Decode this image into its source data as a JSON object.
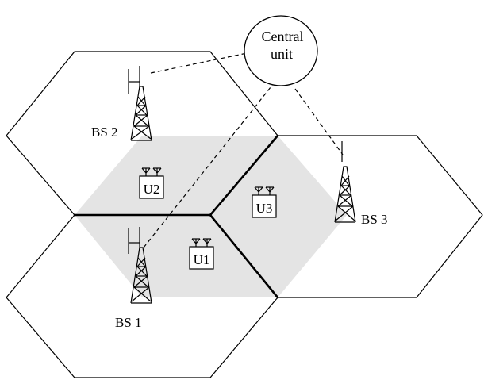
{
  "central_unit": {
    "line1": "Central",
    "line2": "unit"
  },
  "base_stations": [
    {
      "id": "bs1",
      "label": "BS 1"
    },
    {
      "id": "bs2",
      "label": "BS 2"
    },
    {
      "id": "bs3",
      "label": "BS 3"
    }
  ],
  "users": [
    {
      "id": "u1",
      "label": "U1"
    },
    {
      "id": "u2",
      "label": "U2"
    },
    {
      "id": "u3",
      "label": "U3"
    }
  ],
  "colors": {
    "cooperation_area": "#e4e4e4",
    "stroke": "#000000"
  }
}
